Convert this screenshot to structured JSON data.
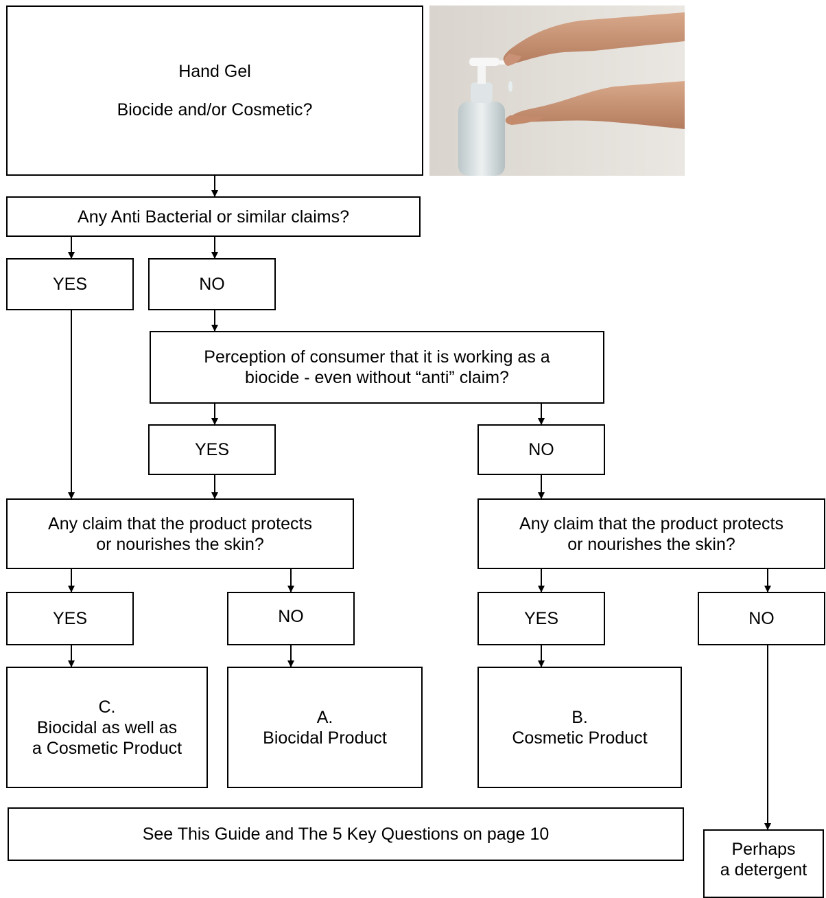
{
  "title_box": {
    "line1": "Hand Gel",
    "line2": "Biocide and/or Cosmetic?"
  },
  "q1": {
    "text": "Any Anti Bacterial or similar claims?"
  },
  "q1_yes": {
    "text": "YES"
  },
  "q1_no": {
    "text": "NO"
  },
  "q2": {
    "line1": "Perception of consumer that it is working as a",
    "line2": "biocide - even without “anti” claim?"
  },
  "q2_yes": {
    "text": "YES"
  },
  "q2_no": {
    "text": "NO"
  },
  "q3_left": {
    "line1": "Any claim that the product protects",
    "line2": "or nourishes the skin?"
  },
  "q3_right": {
    "line1": "Any claim that the product protects",
    "line2": "or nourishes the skin?"
  },
  "q3_left_yes": {
    "text": "YES"
  },
  "q3_left_no": {
    "text": "NO"
  },
  "q3_right_yes": {
    "text": "YES"
  },
  "q3_right_no": {
    "text": "NO"
  },
  "result_c": {
    "line1": "C.",
    "line2": "Biocidal as well as",
    "line3": "a Cosmetic Product"
  },
  "result_a": {
    "line1": "A.",
    "line2": "Biocidal Product"
  },
  "result_b": {
    "line1": "B.",
    "line2": "Cosmetic Product"
  },
  "guide": {
    "text": "See This Guide and The 5 Key Questions on page 10"
  },
  "detergent": {
    "line1": "Perhaps",
    "line2": "a detergent"
  }
}
